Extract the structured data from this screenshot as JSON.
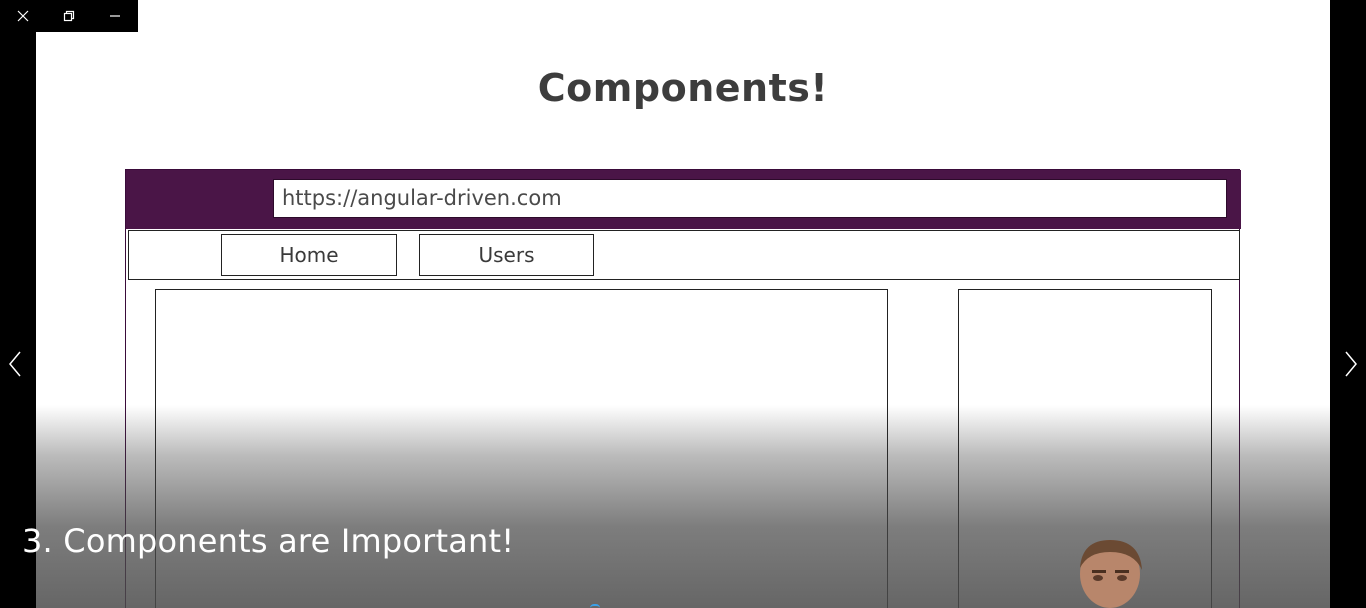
{
  "slide": {
    "title": "Components!",
    "browser_mock": {
      "url": "https://angular-driven.com",
      "nav_buttons": [
        "Home",
        "Users"
      ]
    }
  },
  "caption": "3. Components are Important!",
  "colors": {
    "address_bar": "#4a1547",
    "title_text": "#3d3d3d",
    "background": "#000000",
    "slide_background": "#ffffff"
  },
  "window_controls": [
    "close-icon",
    "restore-icon",
    "minimize-icon"
  ],
  "navigation": [
    "chevron-left-icon",
    "chevron-right-icon"
  ]
}
